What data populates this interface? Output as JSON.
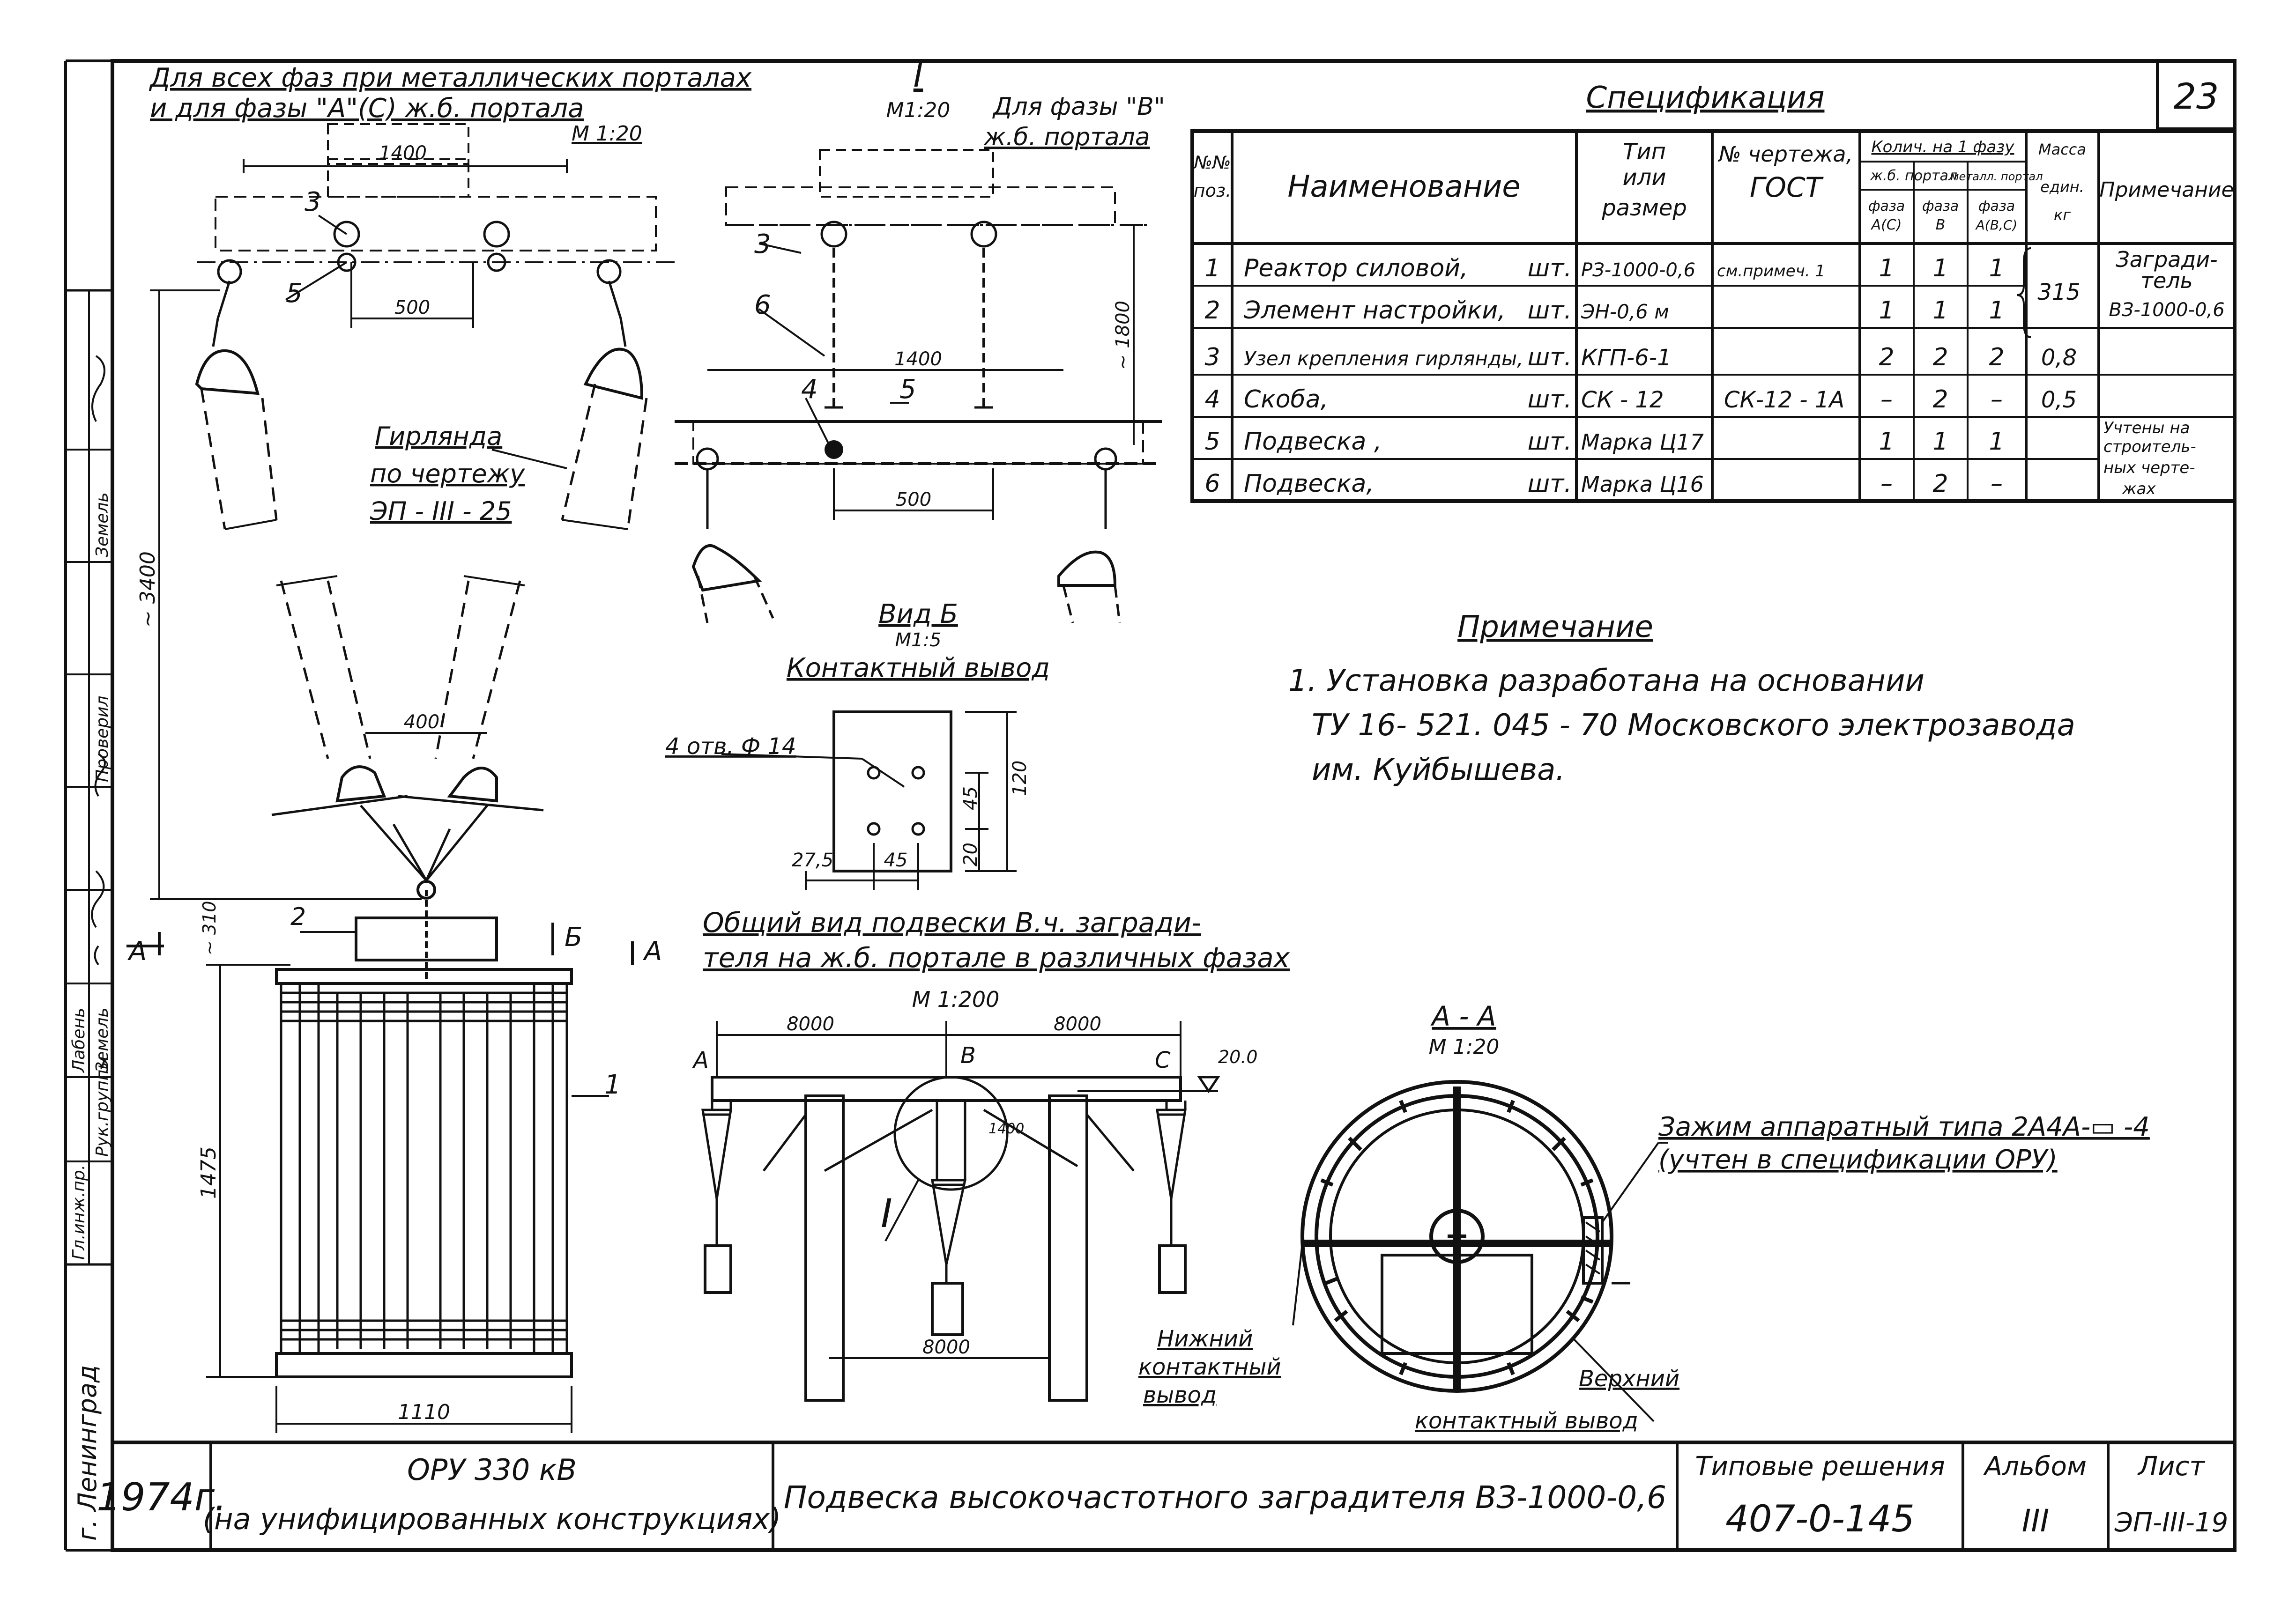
{
  "sheet_number": "23",
  "top_left": {
    "title_line1": "Для всех фаз при металлических порталах",
    "title_line2": "и для  фазы \"А\"(С) ж.б. портала",
    "scale": "М 1:20",
    "dim_1400": "1400",
    "dim_500": "500",
    "dim_3400": "~ 3400",
    "dim_400": "400",
    "pos_3": "3",
    "pos_5": "5",
    "garland_1": "Гирлянда",
    "garland_2": "по чертежу",
    "garland_3": "ЭП - III - 25"
  },
  "section_I": {
    "title": "I",
    "scale": "М1:20",
    "phase_1": "Для фазы \"В\"",
    "phase_2": "ж.б. портала",
    "dim_1400": "1400",
    "dim_500": "500",
    "dim_1800": "~ 1800",
    "pos_3": "3",
    "pos_6": "6",
    "pos_4": "4",
    "pos_5": "5"
  },
  "view_b": {
    "title": "Вид Б",
    "scale": "М1:5",
    "subtitle": "Контактный вывод",
    "holes": "4 отв. Ф 14",
    "dim_120": "120",
    "dim_45v": "45",
    "dim_20": "20",
    "dim_27": "27,5",
    "dim_45h": "45"
  },
  "trap": {
    "pos_2": "2",
    "pos_1": "1",
    "dim_310": "~ 310",
    "dim_1475": "1475",
    "dim_1110": "1110",
    "mark_a": "А",
    "mark_b": "Б"
  },
  "general_view": {
    "title_1": "Общий вид подвески В.ч. загради-",
    "title_2": "теля на ж.б. портале в различных фазах",
    "scale": "М 1:200",
    "dim_8000_l": "8000",
    "dim_8000_r": "8000",
    "dim_8000_b": "8000",
    "dim_1400": "1400",
    "phase_a": "А",
    "phase_b": "В",
    "phase_c": "С",
    "level": "20.0",
    "callout": "I"
  },
  "section_aa": {
    "title": "А - А",
    "scale": "М 1:20",
    "clamp_1": "Зажим  аппаратный   типа  2А4А-▭ -4",
    "clamp_2": "(учтен  в  спецификации  ОРУ)",
    "lower_1": "Нижний",
    "lower_2": "контактный",
    "lower_3": "вывод",
    "upper_1": "Верхний",
    "upper_2": "контактный  вывод"
  },
  "spec": {
    "title": "Спецификация",
    "headers": {
      "pos": "№№ поз.",
      "name": "Наименование",
      "type": "Тип или размер",
      "drawing": "№ чертежа, ГОСТ",
      "qty": "Колич. на 1 фазу",
      "rc_portal": "ж.б. портал",
      "metal_portal": "металл. портал",
      "phase_ac": "фаза А(С)",
      "phase_b": "фаза В",
      "phase_abc": "фаза А(В,С)",
      "mass": "Масса един. кг",
      "note": "Примечание"
    },
    "rows": [
      {
        "pos": "1",
        "name": "Реактор  силовой,",
        "unit": "шт.",
        "type": "РЗ-1000-0,6",
        "drawing": "см.примеч. 1",
        "q1": "1",
        "q2": "1",
        "q3": "1"
      },
      {
        "pos": "2",
        "name": "Элемент  настройки,",
        "unit": "шт.",
        "type": "ЭН-0,6 м",
        "drawing": "",
        "q1": "1",
        "q2": "1",
        "q3": "1"
      },
      {
        "pos": "3",
        "name": "Узел  крепления гирлянды,",
        "unit": "шт.",
        "type": "КГП-6-1",
        "drawing": "",
        "q1": "2",
        "q2": "2",
        "q3": "2"
      },
      {
        "pos": "4",
        "name": "Скоба,",
        "unit": "шт.",
        "type": "СК - 12",
        "drawing": "СК-12 - 1А",
        "q1": "–",
        "q2": "2",
        "q3": "–"
      },
      {
        "pos": "5",
        "name": "Подвеска ,",
        "unit": "шт.",
        "type": "Марка Ц17",
        "drawing": "",
        "q1": "1",
        "q2": "1",
        "q3": "1"
      },
      {
        "pos": "6",
        "name": "Подвеска,",
        "unit": "шт.",
        "type": "Марка Ц16",
        "drawing": "",
        "q1": "–",
        "q2": "2",
        "q3": "–"
      }
    ],
    "mass_315": "315",
    "mass_08": "0,8",
    "mass_05": "0,5",
    "note_1": "Загради-",
    "note_2": "тель",
    "note_3": "ВЗ-1000-0,6",
    "note_4": "Учтены на",
    "note_5": "строитель-",
    "note_6": "ных черте-",
    "note_7": "жах"
  },
  "note": {
    "title": "Примечание",
    "line1": "1. Установка  разработана   на  основании",
    "line2": "ТУ 16- 521. 045 - 70   Московского   электрозавода",
    "line3": "им. Куйбышева."
  },
  "side_stamp": {
    "city": "г. Ленинград",
    "roles": [
      "Гл.инж.пр.",
      "Рук.группы",
      "Лабень",
      "Земель",
      "Проверил",
      "Земель"
    ]
  },
  "title_block": {
    "year": "1974г.",
    "object_1": "ОРУ  330 кВ",
    "object_2": "(на унифицированных  конструкциях)",
    "name": "Подвеска  высокочастотного  заградителя  ВЗ-1000-0,6",
    "series_label": "Типовые  решения",
    "series": "407-0-145",
    "album_label": "Альбом",
    "album": "III",
    "sheet_label": "Лист",
    "sheet": "ЭП-III-19"
  }
}
